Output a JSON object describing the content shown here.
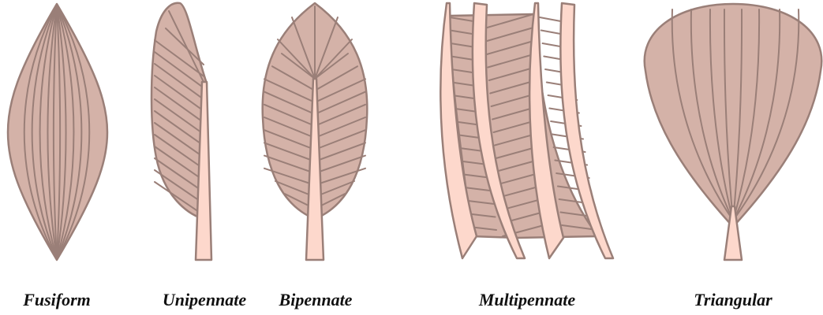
{
  "colors": {
    "muscle_fill": "#d4b2a8",
    "tendon_fill": "#fdd8cc",
    "stroke": "#9a7f78",
    "label": "#111111"
  },
  "shapes": [
    {
      "name": "fusiform",
      "label": "Fusiform"
    },
    {
      "name": "unipennate",
      "label": "Unipennate"
    },
    {
      "name": "bipennate",
      "label": "Bipennate"
    },
    {
      "name": "multipennate",
      "label": "Multipennate"
    },
    {
      "name": "triangular",
      "label": "Triangular"
    }
  ]
}
